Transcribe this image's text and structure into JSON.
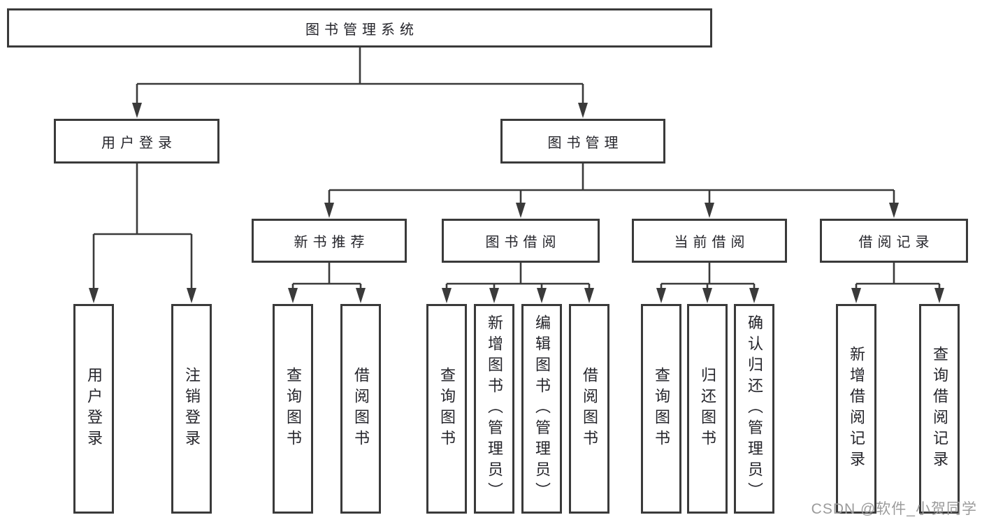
{
  "diagram_type": "hierarchy-flowchart",
  "colors": {
    "line": "#3a3a3a",
    "box_border": "#3a3a3a",
    "text": "#25252b",
    "background": "#ffffff",
    "watermark": "#9b9b9b"
  },
  "watermark": {
    "text": "CSDN @软件_小贺同学"
  },
  "tree": {
    "label": "图书管理系统",
    "children": [
      {
        "label": "用户登录",
        "children": [
          {
            "label": "用户登录"
          },
          {
            "label": "注销登录"
          }
        ]
      },
      {
        "label": "图书管理",
        "children": [
          {
            "label": "新书推荐",
            "children": [
              {
                "label": "查询图书"
              },
              {
                "label": "借阅图书"
              }
            ]
          },
          {
            "label": "图书借阅",
            "children": [
              {
                "label": "查询图书"
              },
              {
                "label": "新增图书（管理员）"
              },
              {
                "label": "编辑图书（管理员）"
              },
              {
                "label": "借阅图书"
              }
            ]
          },
          {
            "label": "当前借阅",
            "children": [
              {
                "label": "查询图书"
              },
              {
                "label": "归还图书"
              },
              {
                "label": "确认归还（管理员）"
              }
            ]
          },
          {
            "label": "借阅记录",
            "children": [
              {
                "label": "新增借阅记录"
              },
              {
                "label": "查询借阅记录"
              }
            ]
          }
        ]
      }
    ]
  }
}
